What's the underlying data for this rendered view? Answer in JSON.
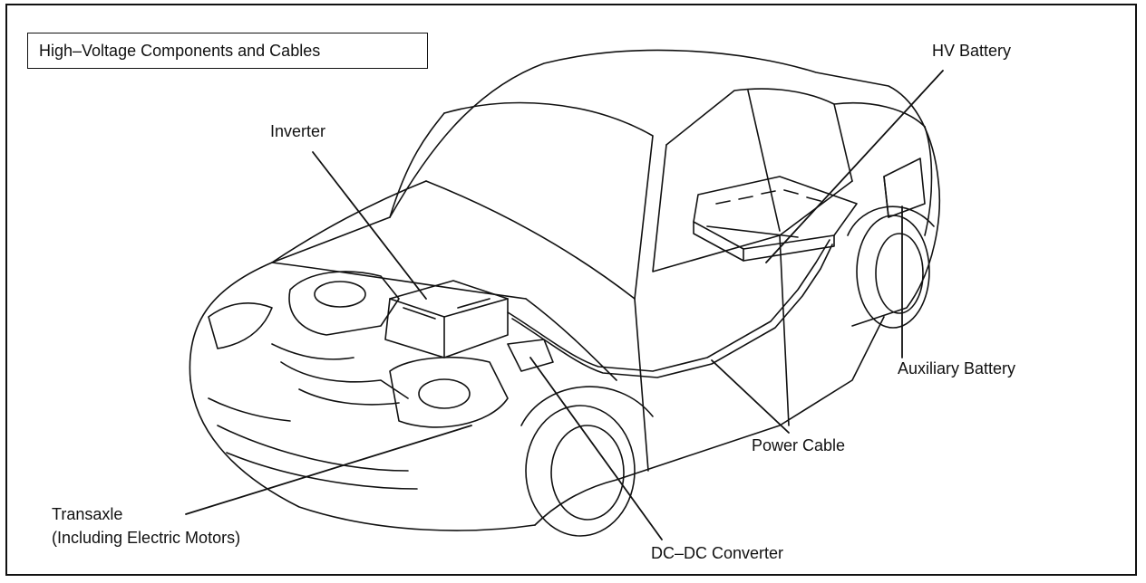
{
  "title": "High–Voltage Components and Cables",
  "labels": {
    "inverter": "Inverter",
    "hv_battery": "HV Battery",
    "auxiliary_battery": "Auxiliary Battery",
    "power_cable": "Power Cable",
    "transaxle_line1": "Transaxle",
    "transaxle_line2": "(Including Electric Motors)",
    "dcdc_converter": "DC–DC Converter"
  },
  "colors": {
    "ink": "#111111",
    "background": "#ffffff"
  }
}
